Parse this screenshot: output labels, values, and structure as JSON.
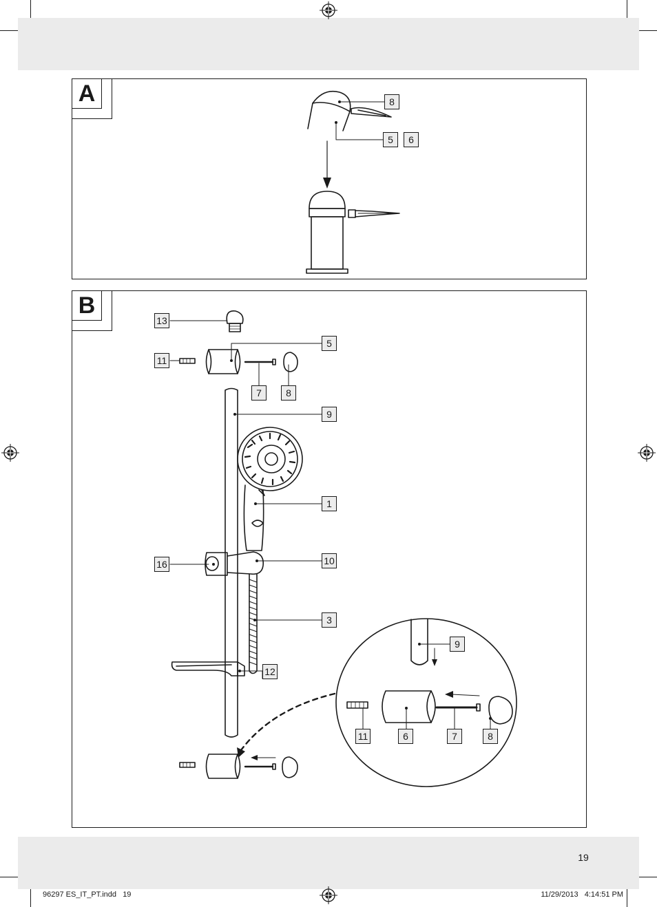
{
  "panels": [
    {
      "label": "A",
      "callouts": [
        "8",
        "5",
        "6"
      ]
    },
    {
      "label": "B",
      "callouts": [
        "13",
        "5",
        "11",
        "7",
        "8",
        "9",
        "1",
        "16",
        "10",
        "3",
        "12"
      ],
      "detail_callouts": [
        "9",
        "11",
        "6",
        "7",
        "8"
      ]
    }
  ],
  "footer": {
    "page_number": "19",
    "file_slug": "96297 ES_IT_PT.indd   19",
    "timestamp": "11/29/2013   4:14:51 PM"
  },
  "colors": {
    "band": "#ebebeb",
    "line": "#1a1a1a",
    "callout_fill": "#ececec"
  },
  "icons": [
    "registration-mark-icon",
    "crop-mark-icon"
  ]
}
